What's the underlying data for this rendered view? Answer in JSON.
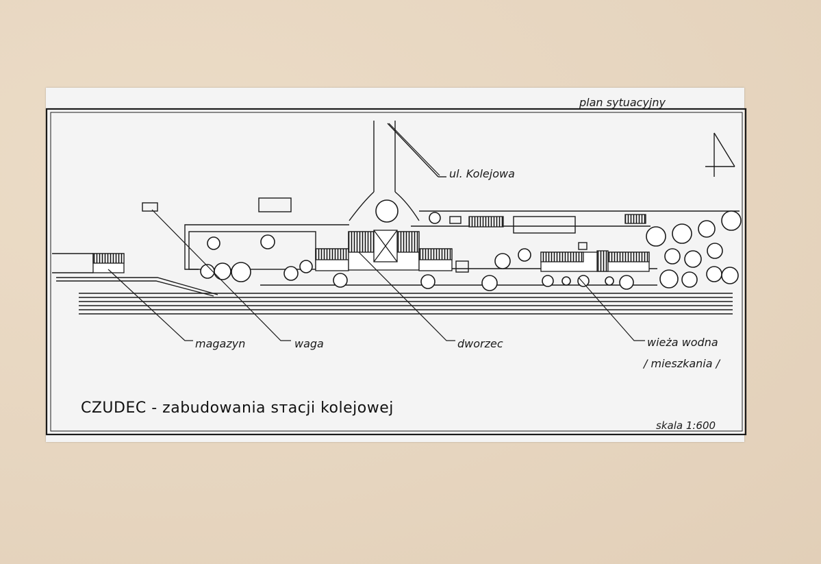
{
  "header": {
    "plan_label": "plan sytuacyjny"
  },
  "labels": {
    "street": "ul. Kolejowa",
    "warehouse": "magazyn",
    "scale_house": "waga",
    "station": "dworzec",
    "water_tower_line1": "wieża wodna",
    "water_tower_line2": "/ mieszkania /"
  },
  "footer": {
    "title": "CZUDEC - zabudowania sтacji kolejowej",
    "scale": "skala  1:600"
  },
  "colors": {
    "ink": "#1a1a1a",
    "paper": "#f4f4f4",
    "mat": "#e8d8c2"
  }
}
